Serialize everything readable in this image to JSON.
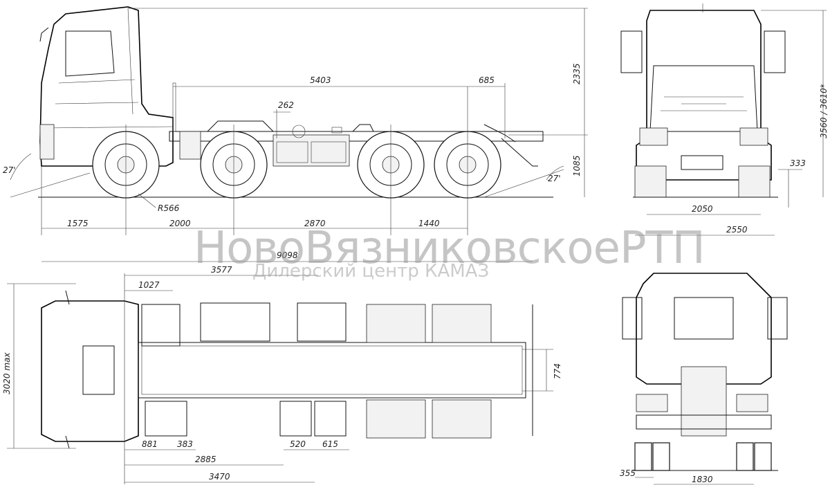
{
  "dimensions": {
    "side": {
      "overall_height": "2335",
      "frame_length": "5403",
      "offset_685": "685",
      "offset_262": "262",
      "frame_height": "1085",
      "approach_angle": "27'",
      "departure_angle": "27'",
      "turn_radius": "R566",
      "front_overhang": "1575",
      "wheelbase_1": "2000",
      "wheelbase_2": "2870",
      "wheelbase_3": "1440"
    },
    "top": {
      "overall_length": "9098",
      "dim_3577": "3577",
      "dim_1027": "1027",
      "overall_width": "3020 max",
      "frame_width": "774",
      "dim_881": "881",
      "dim_383": "383",
      "dim_2885": "2885",
      "dim_520": "520",
      "dim_615": "615",
      "dim_3470": "3470"
    },
    "front": {
      "height": "3560 / 3610*",
      "ground_clearance": "333",
      "track": "2050",
      "width": "2550"
    },
    "rear": {
      "dual_offset": "355",
      "track": "1830"
    }
  },
  "watermark": {
    "line1": "НовоВязниковскоеРТП",
    "line2": "Дилерский центр КАМАЗ"
  }
}
